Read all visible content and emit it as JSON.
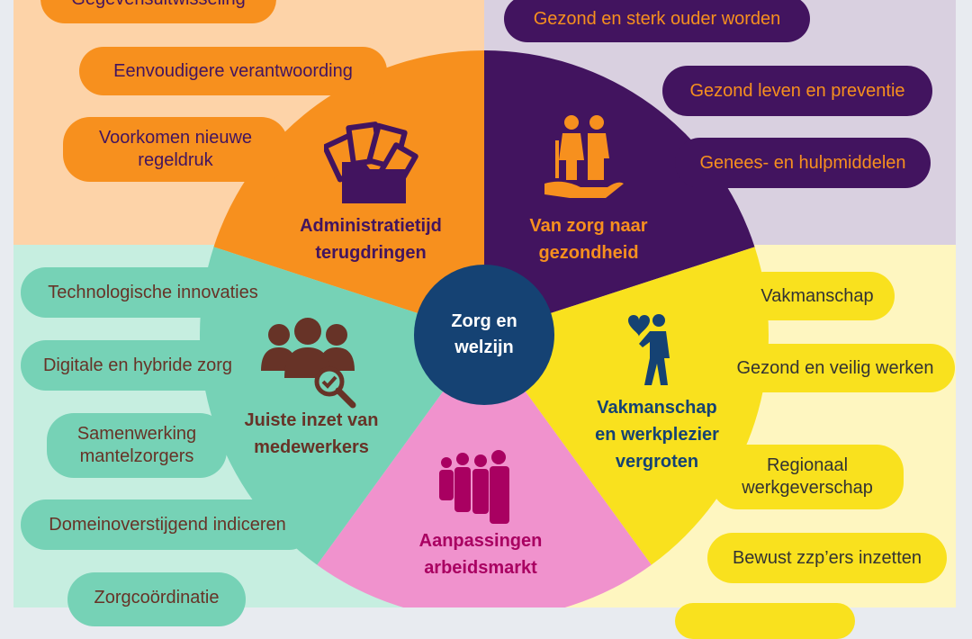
{
  "center": {
    "line1": "Zorg en",
    "line2": "welzijn"
  },
  "colors": {
    "orange": "#f7901e",
    "purple": "#42145f",
    "yellow": "#f9e11e",
    "pink": "#f092cd",
    "teal": "#76d2b6",
    "center": "#154273"
  },
  "segments": {
    "admin": {
      "title1": "Administratietijd",
      "title2": "terugdringen",
      "icon": "papers-folder-icon",
      "items": [
        "Gegevensuitwisseling",
        "Eenvoudigere verantwoording",
        "Voorkomen nieuwe",
        "regeldruk"
      ]
    },
    "health": {
      "title1": "Van zorg naar",
      "title2": "gezondheid",
      "icon": "elderly-couple-hand-icon",
      "items": [
        "Gezond en sterk ouder worden",
        "Gezond leven en preventie",
        "Genees- en hulpmiddelen"
      ]
    },
    "craft": {
      "title1": "Vakmanschap",
      "title2": "en werkplezier",
      "title3": "vergroten",
      "icon": "person-heart-icon",
      "items": [
        "Vakmanschap",
        "Gezond en veilig werken",
        "Regionaal",
        "werkgeverschap",
        "Bewust zzp’ers inzetten"
      ]
    },
    "labour": {
      "title1": "Aanpassingen",
      "title2": "arbeidsmarkt",
      "icon": "group-people-icon"
    },
    "staff": {
      "title1": "Juiste inzet van",
      "title2": "medewerkers",
      "icon": "people-magnifier-icon",
      "items": [
        "Technologische innovaties",
        "Digitale en hybride zorg",
        "Samenwerking",
        "mantelzorgers",
        "Domeinoverstijgend indiceren",
        "Zorgcoördinatie"
      ]
    }
  }
}
